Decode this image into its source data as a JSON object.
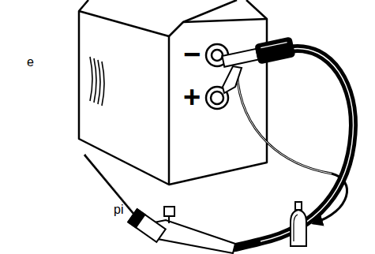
{
  "diagram": {
    "labels": [
      "e",
      "pi",
      "−",
      "+"
    ]
  }
}
